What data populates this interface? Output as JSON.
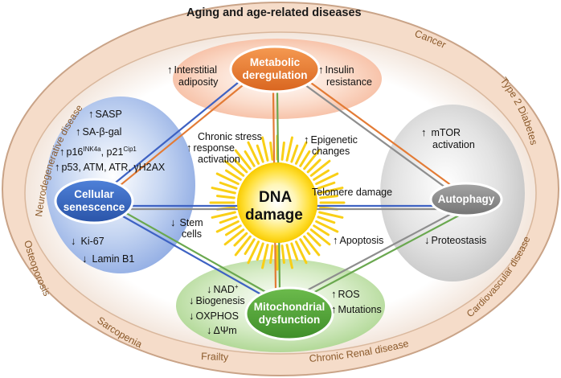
{
  "outer": {
    "title": "Aging and age-related diseases",
    "diseases": {
      "cancer": "Cancer",
      "type2": "Type 2 Diabetes",
      "cardio": "Cardiovascular disease",
      "renal": "Chronic Renal disease",
      "frailty": "Frailty",
      "sarcopenia": "Sarcopenia",
      "osteoporosis": "Osteoporosis",
      "neuro": "Neurodegenerative disease"
    }
  },
  "center": {
    "line1": "DNA",
    "line2": "damage"
  },
  "nodes": {
    "metabolic": {
      "line1": "Metabolic",
      "line2": "deregulation"
    },
    "senescence": {
      "line1": "Cellular",
      "line2": "senescence"
    },
    "autophagy": {
      "label": "Autophagy"
    },
    "mito": {
      "line1": "Mitochondrial",
      "line2": "dysfunction"
    }
  },
  "metabolic_labels": {
    "interstitial_1": "Interstitial",
    "interstitial_2": "adiposity",
    "insulin_1": "Insulin",
    "insulin_2": "resistance"
  },
  "senescence_labels": {
    "sasp": "SASP",
    "sagal": "SA-β-gal",
    "p16": "p16",
    "p16_sup": "INK4a",
    "p21": ", p21",
    "p21_sup": "Cip1",
    "p53": "p53, ATM, ATR, γH2AX",
    "ki67": "Ki-67",
    "laminb1": "Lamin B1"
  },
  "autophagy_labels": {
    "mtor_1": "mTOR",
    "mtor_2": "activation",
    "proteostasis": "Proteostasis"
  },
  "mito_labels": {
    "nad": "NAD",
    "nad_sup": "+",
    "biogenesis": "Biogenesis",
    "oxphos": "OXPHOS",
    "dpsi": "ΔΨm",
    "ros": "ROS",
    "mutations": "Mutations"
  },
  "middle_labels": {
    "chronic_1": "Chronic stress",
    "chronic_2": "response",
    "chronic_3": "activation",
    "epigenetic_1": "Epigenetic",
    "epigenetic_2": "changes",
    "telomere": "Telomere damage",
    "stem_1": "Stem",
    "stem_2": "cells",
    "apoptosis": "Apoptosis"
  },
  "arrows": {
    "up": "↑",
    "down": "↓"
  },
  "colors": {
    "outer_ring": "#f5dcc9",
    "outer_border": "#c9a387",
    "ring_text": "#8b5a2b",
    "metabolic": "#e87a33",
    "senescence": "#3566c4",
    "autophagy": "#8a8a8a",
    "mito": "#58a83c",
    "sun": "#fcd500",
    "line_orange": "#e37b35",
    "line_green": "#6aa84f",
    "line_blue": "#3e62c3"
  }
}
